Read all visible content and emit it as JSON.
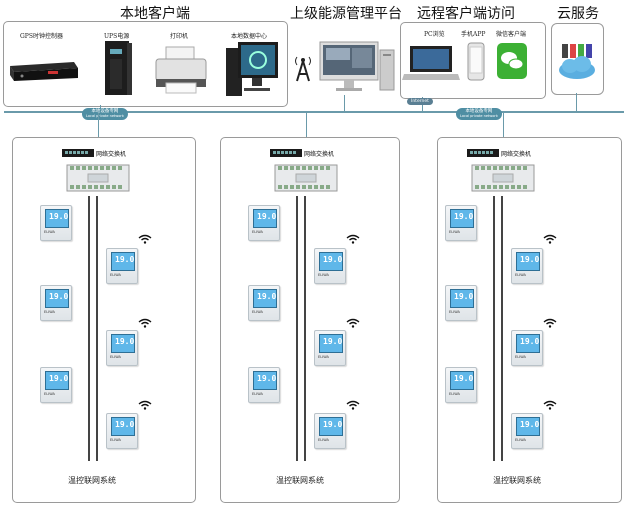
{
  "header": {
    "local_client_title": "本地客户端",
    "upper_platform_title": "上级能源管理平台",
    "remote_access_title": "远程客户端访问",
    "cloud_title": "云服务"
  },
  "local_devices": [
    {
      "label": "GPS时钟控制器",
      "icon": "gps-clock-icon"
    },
    {
      "label": "UPS电源",
      "icon": "ups-icon"
    },
    {
      "label": "打印机",
      "icon": "printer-icon"
    },
    {
      "label": "本地数据中心",
      "icon": "data-center-icon"
    }
  ],
  "remote_devices": [
    {
      "label": "PC浏览",
      "icon": "laptop-icon"
    },
    {
      "label": "手机APP",
      "icon": "phone-icon"
    },
    {
      "label": "微信客户端",
      "icon": "wechat-icon"
    }
  ],
  "bus_labels": {
    "left_main": "本地设备专网",
    "left_sub": "Local private network",
    "internet": "Internet",
    "right_main": "本地设备专网",
    "right_sub": "Local private network"
  },
  "panels": [
    {
      "switch_label": "网络交换机",
      "system_label": "温控联网系统"
    },
    {
      "switch_label": "网络交换机",
      "system_label": "温控联网系统"
    },
    {
      "switch_label": "网络交换机",
      "system_label": "温控联网系统"
    }
  ],
  "thermostat_reading": "19.0",
  "thermostat_brand": "ELIWA",
  "colors": {
    "bus": "#6a9aaa",
    "pill": "#4f8ea3",
    "screen": "#5fb7e9"
  }
}
